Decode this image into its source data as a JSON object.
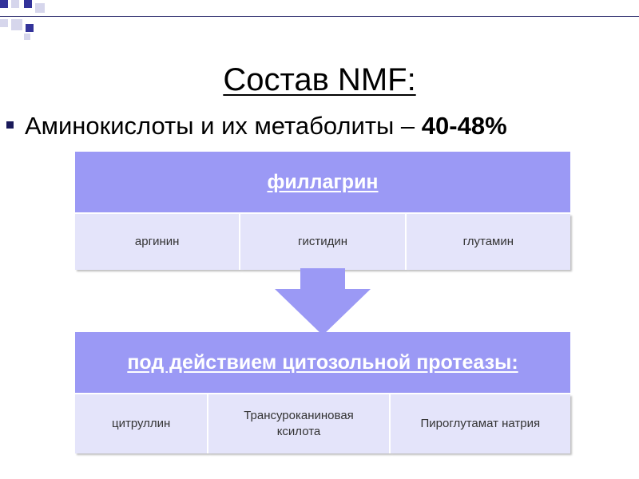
{
  "slide": {
    "title": "Состав NMF:",
    "bullet": {
      "text": "Аминокислоты и их метаболиты – ",
      "highlight": "40-48%"
    },
    "panel_top": {
      "header": "филлагрин",
      "cells": [
        "аргинин",
        "гистидин",
        "глутамин"
      ]
    },
    "panel_bottom": {
      "header": "под действием цитозольной протеазы:",
      "cells": [
        "цитруллин",
        "Трансуроканиновая ксилота",
        "Пироглутамат натрия"
      ]
    }
  },
  "colors": {
    "header_bg": "#9b99f5",
    "cell_bg": "#e4e4fa",
    "arrow": "#9b99f5",
    "accent": "#33339a"
  },
  "icons": {
    "bullet": "square-bullet-icon",
    "arrow": "down-arrow-icon"
  }
}
